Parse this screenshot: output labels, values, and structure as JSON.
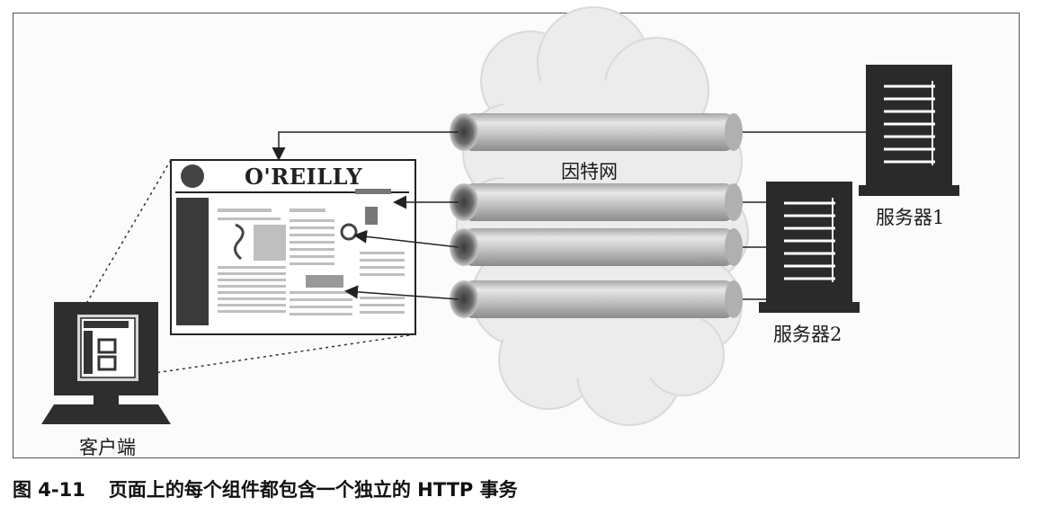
{
  "diagram": {
    "internet_label": "因特网",
    "server1_label": "服务器1",
    "server2_label": "服务器2",
    "client_label": "客户端",
    "browser_logo_text": "O'REILLY"
  },
  "caption": {
    "number": "图 4-11",
    "title": "页面上的每个组件都包含一个独立的 HTTP 事务"
  }
}
